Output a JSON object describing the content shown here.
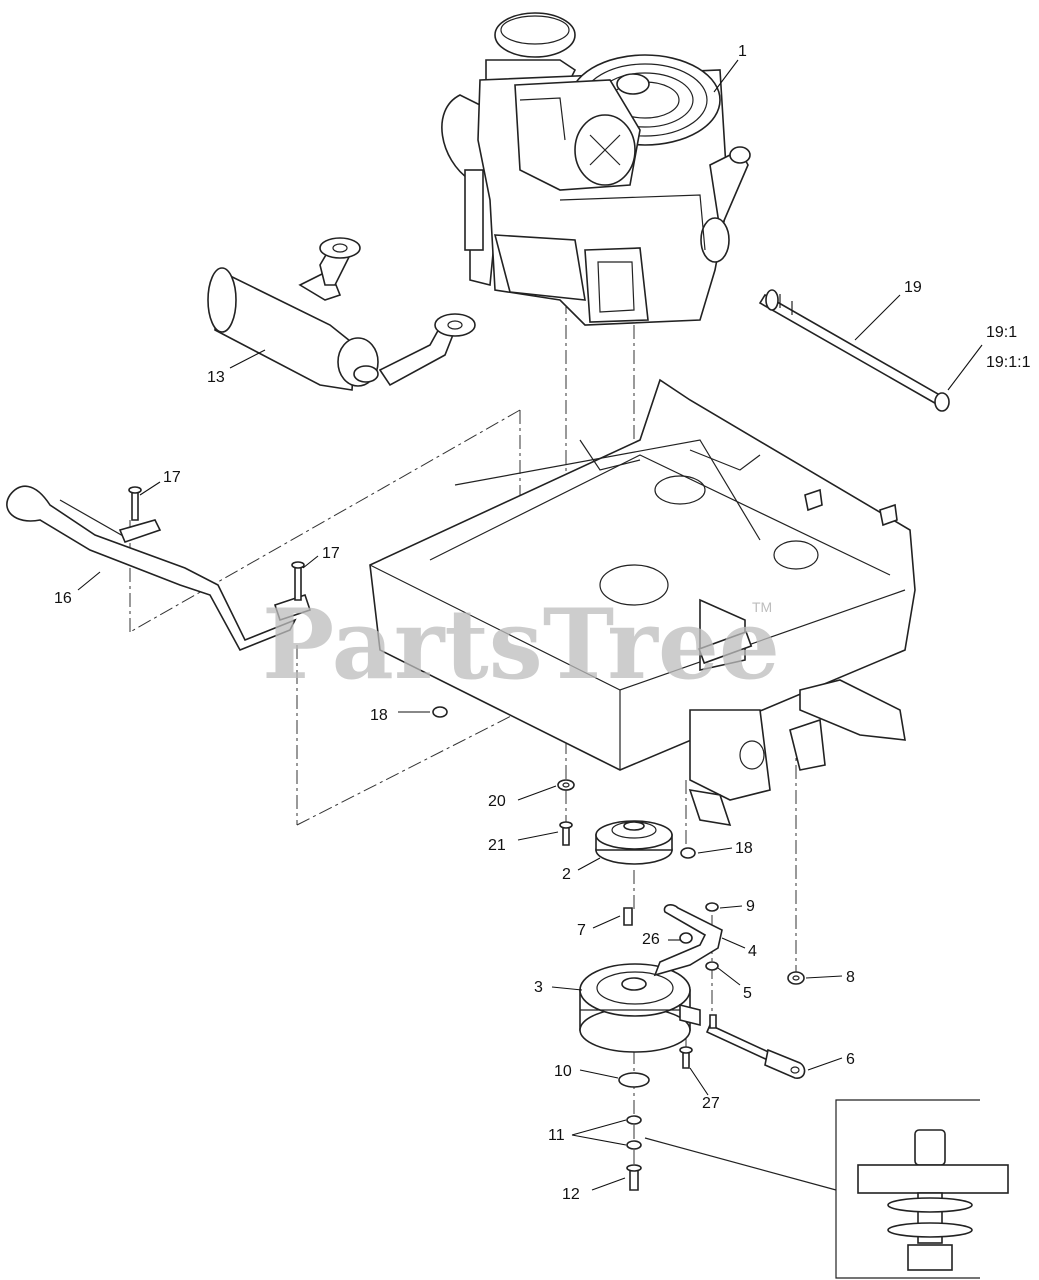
{
  "watermark": {
    "text": "PartsTree",
    "tm": "TM"
  },
  "callouts": [
    {
      "id": "c1",
      "text": "1"
    },
    {
      "id": "c19",
      "text": "19"
    },
    {
      "id": "c19-1",
      "text": "19:1"
    },
    {
      "id": "c19-1-1",
      "text": "19:1:1"
    },
    {
      "id": "c13",
      "text": "13"
    },
    {
      "id": "c17a",
      "text": "17"
    },
    {
      "id": "c17b",
      "text": "17"
    },
    {
      "id": "c16",
      "text": "16"
    },
    {
      "id": "c18a",
      "text": "18"
    },
    {
      "id": "c20",
      "text": "20"
    },
    {
      "id": "c21",
      "text": "21"
    },
    {
      "id": "c18b",
      "text": "18"
    },
    {
      "id": "c2",
      "text": "2"
    },
    {
      "id": "c9",
      "text": "9"
    },
    {
      "id": "c7",
      "text": "7"
    },
    {
      "id": "c26",
      "text": "26"
    },
    {
      "id": "c4",
      "text": "4"
    },
    {
      "id": "c5",
      "text": "5"
    },
    {
      "id": "c8",
      "text": "8"
    },
    {
      "id": "c3",
      "text": "3"
    },
    {
      "id": "c6",
      "text": "6"
    },
    {
      "id": "c10",
      "text": "10"
    },
    {
      "id": "c27",
      "text": "27"
    },
    {
      "id": "c11",
      "text": "11"
    },
    {
      "id": "c12",
      "text": "12"
    }
  ]
}
